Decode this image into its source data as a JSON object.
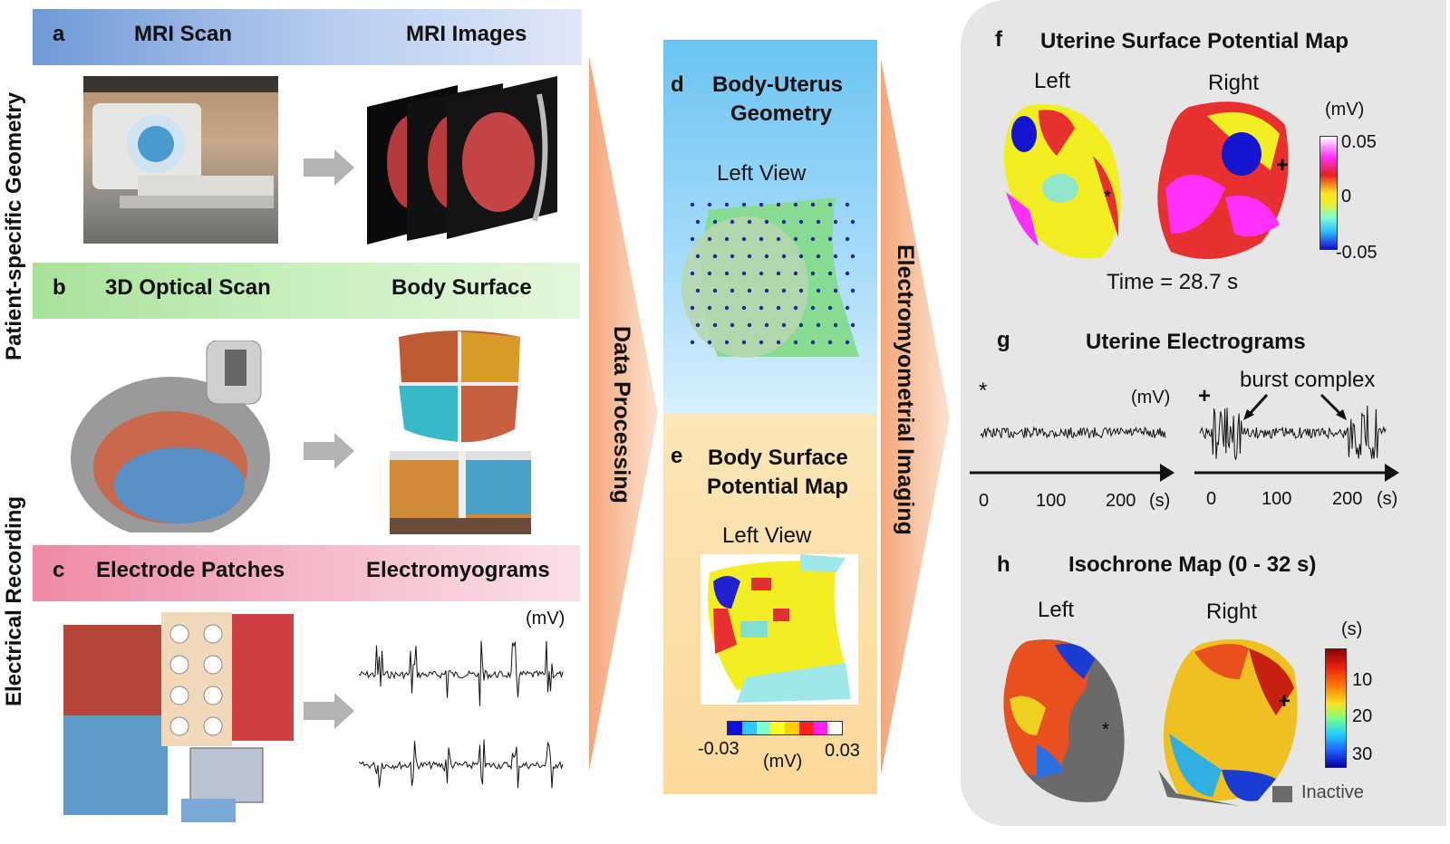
{
  "side_labels": {
    "top": "Patient-specific Geometry",
    "bottom": "Electrical Recording"
  },
  "panel_a": {
    "letter": "a",
    "left_title": "MRI Scan",
    "right_title": "MRI Images"
  },
  "panel_b": {
    "letter": "b",
    "left_title": "3D Optical Scan",
    "right_title": "Body Surface"
  },
  "panel_c": {
    "letter": "c",
    "left_title": "Electrode Patches",
    "right_title": "Electromyograms",
    "unit": "(mV)"
  },
  "arrow_1": {
    "label": "Data Processing"
  },
  "arrow_2": {
    "label": "Electromyometrial Imaging"
  },
  "panel_d": {
    "letter": "d",
    "title_line1": "Body-Uterus",
    "title_line2": "Geometry",
    "view": "Left View"
  },
  "panel_e": {
    "letter": "e",
    "title_line1": "Body Surface",
    "title_line2": "Potential Map",
    "view": "Left View",
    "scale_min": "-0.03",
    "scale_max": "0.03",
    "unit": "(mV)",
    "scale_colors": [
      "#1010e0",
      "#30c8ff",
      "#80ffd0",
      "#ffff20",
      "#ffd000",
      "#ff2020",
      "#ff20ff",
      "#ffffff"
    ]
  },
  "panel_f": {
    "letter": "f",
    "title": "Uterine Surface Potential Map",
    "left": "Left",
    "right": "Right",
    "unit": "(mV)",
    "tick_top": "0.05",
    "tick_mid": "0",
    "tick_bot": "-0.05",
    "time": "Time = 28.7 s",
    "marker_left": "*",
    "marker_right": "+"
  },
  "panel_g": {
    "letter": "g",
    "title": "Uterine Electrograms",
    "marker_left": "*",
    "marker_right": "+",
    "unit": "(mV)",
    "annotation": "burst complex",
    "left_ticks": [
      "0",
      "100",
      "200"
    ],
    "right_ticks": [
      "0",
      "100",
      "200"
    ],
    "axis_unit": "(s)"
  },
  "panel_h": {
    "letter": "h",
    "title": "Isochrone Map (0 - 32 s)",
    "left": "Left",
    "right": "Right",
    "unit": "(s)",
    "ticks": [
      "10",
      "20",
      "30"
    ],
    "legend": "Inactive",
    "marker_left": "*",
    "marker_right": "+"
  }
}
